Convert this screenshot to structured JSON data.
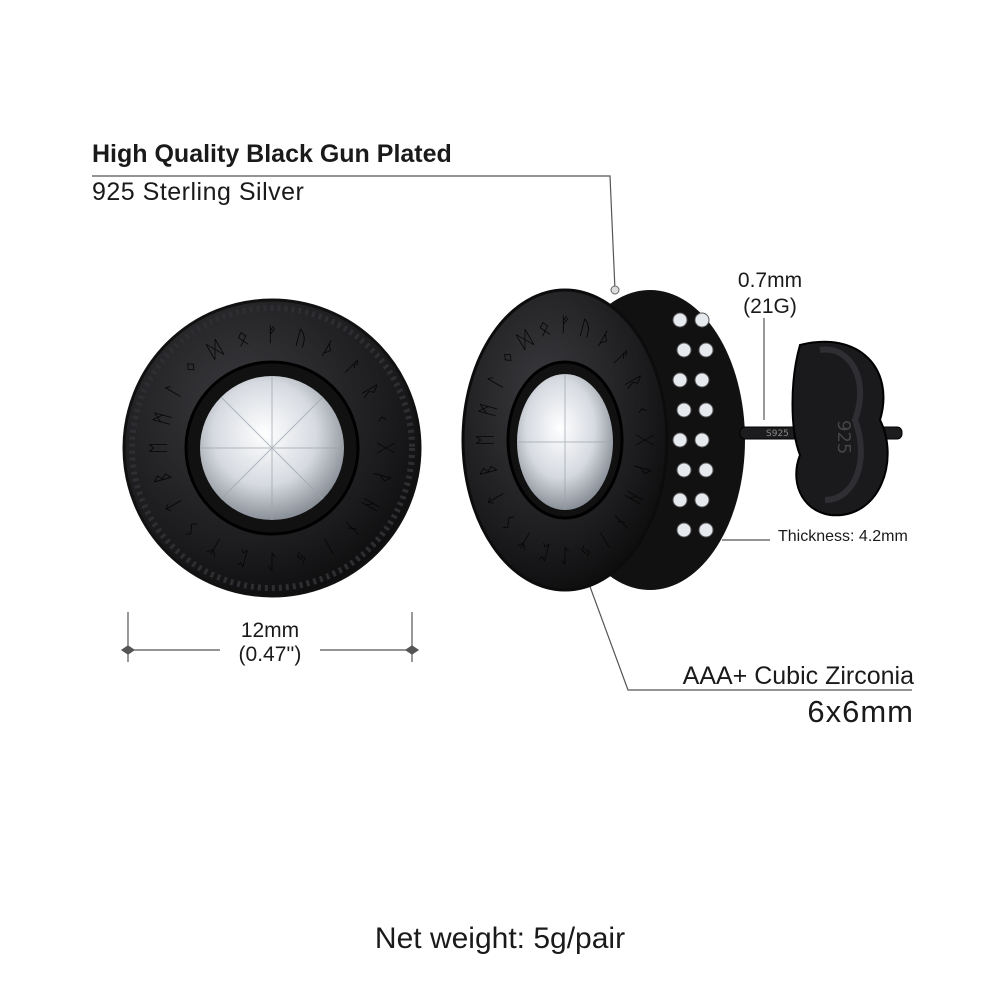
{
  "callouts": {
    "plating_title": "High Quality Black Gun Plated",
    "plating_material": "925 Sterling Silver",
    "gauge_mm": "0.7mm",
    "gauge_g": "(21G)",
    "thickness": "Thickness: 4.2mm",
    "width_mm": "12mm",
    "width_in": "(0.47'')",
    "stone_title": "AAA+ Cubic Zirconia",
    "stone_size": "6x6mm"
  },
  "post_stamp": "S925",
  "back_stamp": "925",
  "net_weight": "Net weight: 5g/pair",
  "colors": {
    "metal": "#1c1c1e",
    "metal_edge": "#3a3a3e",
    "stone": "#e6e9ee",
    "line": "#555555"
  }
}
